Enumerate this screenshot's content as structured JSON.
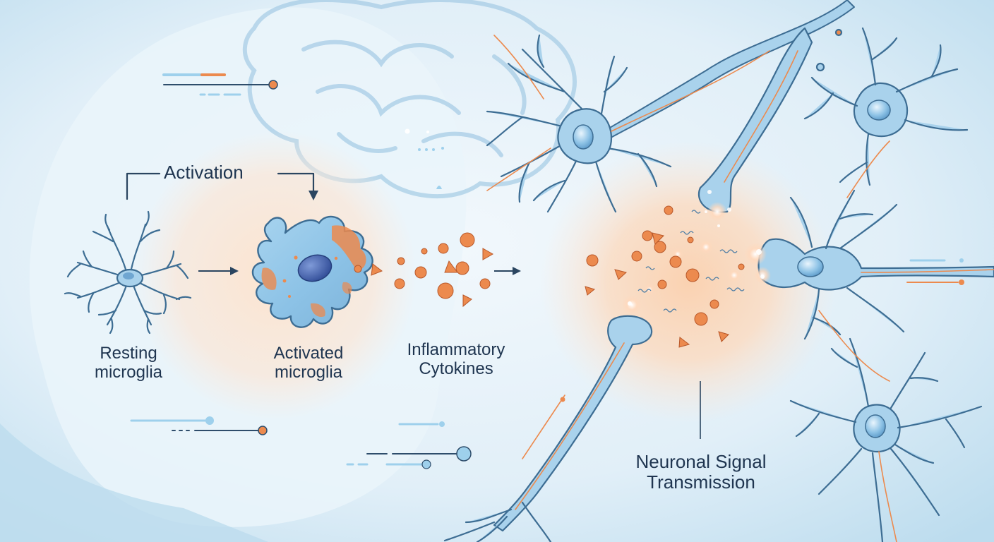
{
  "labels": {
    "activation": "Activation",
    "resting": [
      "Resting",
      "microglia"
    ],
    "activated": [
      "Activated",
      "microglia"
    ],
    "cytokines": [
      "Inflammatory",
      "Cytokines"
    ],
    "neuronal": [
      "Neuronal Signal",
      "Transmission"
    ]
  },
  "colors": {
    "background": "#cfe6f3",
    "cell_fill": "#a9d2ec",
    "cell_stroke": "#3d6d93",
    "nucleus": "#3f5fa5",
    "cytokine": "#ec8a4e",
    "axon_accent": "#ec8a4e",
    "glow": "#f8c9a3",
    "text": "#1f3550"
  },
  "icons": {
    "arrow": "arrow-right-icon",
    "cytokine_circle": "cytokine-circle-icon",
    "cytokine_triangle": "cytokine-triangle-icon"
  }
}
